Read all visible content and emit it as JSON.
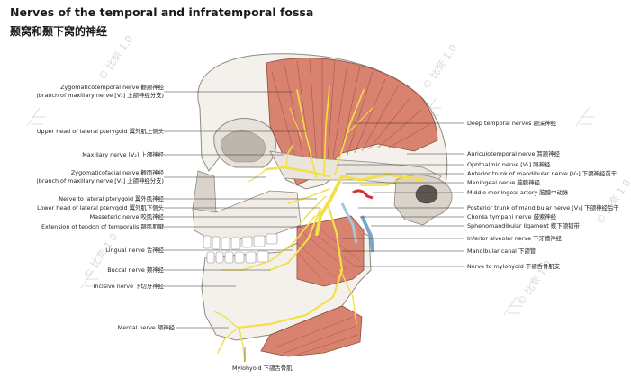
{
  "title": {
    "en": "Nerves of the temporal and infratemporal fossa",
    "zh": "颞窝和颞下窝的神经"
  },
  "watermark": "© 比奈 1.0",
  "left_labels": [
    {
      "id": "zygomaticotemporal",
      "lines": [
        "Zygomaticotemporal nerve 颧颞神经",
        "(branch of maxillary nerve [V₂] 上颌神经分支)"
      ]
    },
    {
      "id": "upper-head-lat-pterygoid",
      "lines": [
        "Upper head of lateral pterygoid 翼外肌上侧头"
      ]
    },
    {
      "id": "maxillary-nerve",
      "lines": [
        "Maxillary nerve [V₂] 上颌神经"
      ]
    },
    {
      "id": "zygomaticofacial",
      "lines": [
        "Zygomaticofacial nerve 颧面神经",
        "(branch of maxillary nerve [V₂] 上颌神经分支)"
      ]
    },
    {
      "id": "nerve-lat-pterygoid",
      "lines": [
        "Nerve to lateral pterygoid 翼外肌神经"
      ]
    },
    {
      "id": "lower-head-lat-pterygoid",
      "lines": [
        "Lower head of lateral pterygoid 翼外肌下侧头"
      ]
    },
    {
      "id": "masseteric-nerve",
      "lines": [
        "Masseteric nerve 咬肌神经"
      ]
    },
    {
      "id": "tendon-temporalis",
      "lines": [
        "Extension of tendon of temporalis 颞肌肌腱"
      ]
    },
    {
      "id": "lingual-nerve",
      "lines": [
        "Lingual nerve 舌神经"
      ]
    },
    {
      "id": "buccal-nerve",
      "lines": [
        "Buccal nerve 颊神经"
      ]
    },
    {
      "id": "incisive-nerve",
      "lines": [
        "Incisive nerve 下切牙神经"
      ]
    },
    {
      "id": "mental-nerve",
      "lines": [
        "Mental nerve 颏神经"
      ]
    }
  ],
  "right_labels": [
    {
      "id": "deep-temporal",
      "text": "Deep temporal nerves 颞深神经"
    },
    {
      "id": "auriculotemporal",
      "text": "Auriculotemporal nerve 耳颞神经"
    },
    {
      "id": "ophthalmic",
      "text": "Ophthalmic nerve [V₁] 眼神经"
    },
    {
      "id": "anterior-trunk",
      "text": "Anterior trunk of mandibular nerve [V₃] 下颌神经前干"
    },
    {
      "id": "meningeal",
      "text": "Meningeal nerve 脑膜神经"
    },
    {
      "id": "middle-meningeal-artery",
      "text": "Middle meningeal artery 脑膜中动脉"
    },
    {
      "id": "posterior-trunk",
      "text": "Posterior trunk of mandibular nerve [V₃] 下颌神经后干"
    },
    {
      "id": "chorda-tympani",
      "text": "Chorda tympani nerve 鼓索神经"
    },
    {
      "id": "sphenomandibular",
      "text": "Sphenomandibular ligament 蝶下颌韧带"
    },
    {
      "id": "inferior-alveolar",
      "text": "Inferior alveolar nerve 下牙槽神经"
    },
    {
      "id": "mandibular-canal",
      "text": "Mandibular canal 下颌管"
    },
    {
      "id": "mylohyoid-nerve",
      "text": "Nerve to mylohyoid 下颌舌骨肌支"
    }
  ],
  "bottom_label": "Mylohyoid 下颌舌骨肌",
  "colors": {
    "bone": "#f4f1ec",
    "bone_shadow": "#c9c4bc",
    "muscle": "#d9826f",
    "nerve": "#f2e04a",
    "artery": "#d2323a",
    "leader": "#333333"
  }
}
